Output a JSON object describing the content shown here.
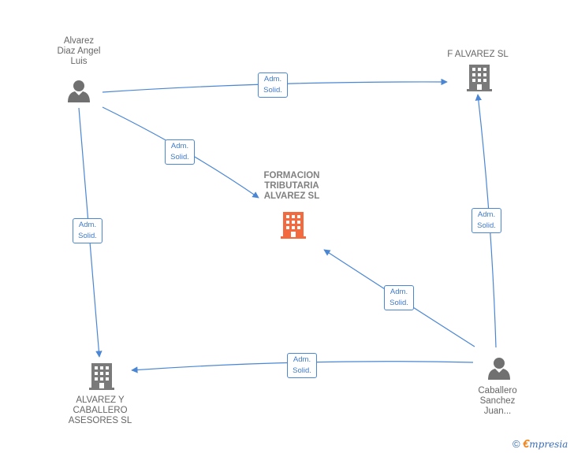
{
  "nodes": {
    "alvarez_diaz": {
      "label": "Alvarez\nDiaz Angel\nLuis",
      "type": "person"
    },
    "f_alvarez": {
      "label": "F ALVAREZ SL",
      "type": "company"
    },
    "formacion": {
      "label": "FORMACION\nTRIBUTARIA\nALVAREZ  SL",
      "type": "company-highlighted"
    },
    "alvarez_caballero": {
      "label": "ALVAREZ Y\nCABALLERO\nASESORES SL",
      "type": "company"
    },
    "caballero": {
      "label": "Caballero\nSanchez\nJuan...",
      "type": "person"
    }
  },
  "edges": [
    {
      "from": "alvarez_diaz",
      "to": "f_alvarez",
      "line1": "Adm.",
      "line2": "Solid."
    },
    {
      "from": "alvarez_diaz",
      "to": "formacion",
      "line1": "Adm.",
      "line2": "Solid."
    },
    {
      "from": "alvarez_diaz",
      "to": "alvarez_caballero",
      "line1": "Adm.",
      "line2": "Solid."
    },
    {
      "from": "caballero",
      "to": "f_alvarez",
      "line1": "Adm.",
      "line2": "Solid."
    },
    {
      "from": "caballero",
      "to": "formacion",
      "line1": "Adm.",
      "line2": "Solid."
    },
    {
      "from": "caballero",
      "to": "alvarez_caballero",
      "line1": "Adm.",
      "line2": "Solid."
    }
  ],
  "colors": {
    "edge": "#4a86d4",
    "company": "#7a7a7a",
    "highlight": "#f26a3d",
    "person": "#707070"
  },
  "footer": {
    "copyright": "©",
    "brand_initial": "€",
    "brand_rest": "mpresia"
  }
}
